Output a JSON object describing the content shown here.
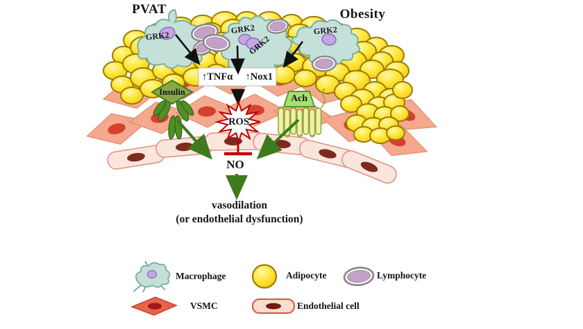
{
  "figure": {
    "type": "biological pathway diagram",
    "description": "PVAT GRK2 signaling in obesity leading to ROS-mediated NO inhibition and endothelial dysfunction"
  },
  "titles": {
    "pvat": "PVAT",
    "obesity": "Obesity"
  },
  "pathway": {
    "grk2": "GRK2",
    "tnf": "↑TNFα",
    "nox": "↑Nox1",
    "insulin": "Insulin",
    "ach": "Ach",
    "ros": "ROS",
    "no": "NO",
    "outcome_line1": "vasodilation",
    "outcome_line2": "(or endothelial dysfunction)"
  },
  "legend": {
    "items": [
      {
        "icon": "macrophage-icon",
        "label": "Macrophage"
      },
      {
        "icon": "adipocyte-icon",
        "label": "Adipocyte"
      },
      {
        "icon": "lymphocyte-icon",
        "label": "Lymphocyte"
      },
      {
        "icon": "vsmc-icon",
        "label": "VSMC"
      },
      {
        "icon": "endothelial-cell-icon",
        "label": "Endothelial cell"
      }
    ]
  },
  "colors": {
    "adipocyte_fill": "#FFE334",
    "adipocyte_outline": "#9A7B00",
    "macrophage_fill": "#C5E0D8",
    "macrophage_outline": "#79AFA0",
    "nucleus_lavender": "#C3A6E4",
    "lymphocyte_fill": "#C4A2C6",
    "lymphocyte_ring": "#8A8A8A",
    "vsmc_fill": "#F4A98E",
    "vsmc_nucleus": "#D6402E",
    "endothelial_fill": "#FBE6DE",
    "endothelial_nucleus": "#7E2A1E",
    "insulin_green": "#85A949",
    "ach_green": "#A6E072",
    "receptor_green": "#4F8F28",
    "arrow_green": "#3E7A1E",
    "inhibition_red": "#C00000",
    "arrow_black": "#111111"
  }
}
